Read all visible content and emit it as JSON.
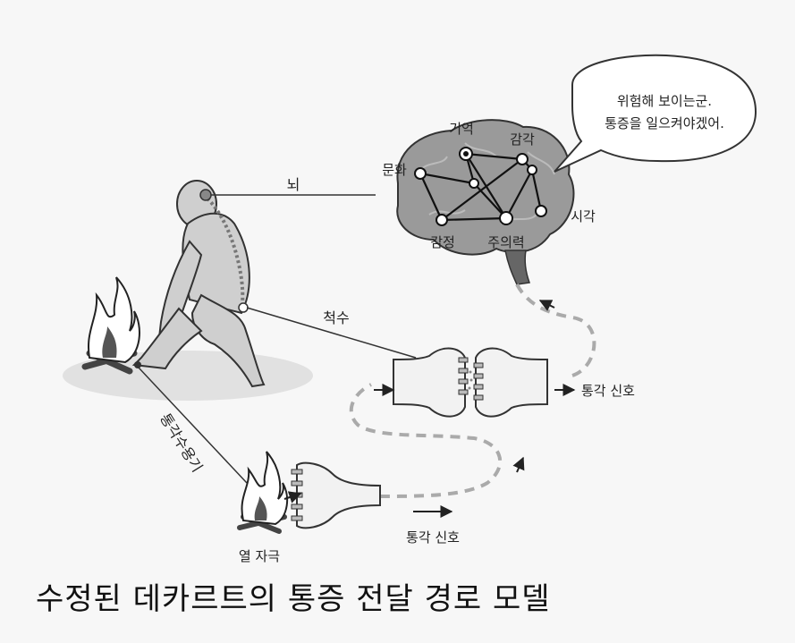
{
  "caption": "수정된 데카르트의 통증 전달 경로 모델",
  "speech_bubble": {
    "line1": "위험해 보이는군.",
    "line2": "통증을 일으켜야겠어."
  },
  "brain_labels": {
    "memory": "기억",
    "sensation": "감각",
    "culture": "문화",
    "vision": "시각",
    "emotion": "감정",
    "attention": "주의력"
  },
  "pathway_labels": {
    "brain": "뇌",
    "spinal_cord": "척수",
    "nociceptor": "통각수용기",
    "heat_stimulus": "열 자극",
    "pain_signal_upper": "통각 신호",
    "pain_signal_lower": "통각 신호"
  },
  "colors": {
    "line": "#333333",
    "dashed_path": "#aaaaaa",
    "brain_fill": "#9a9a9a",
    "figure_fill": "#cfcfcf",
    "neuron_fill": "#f2f2f2"
  }
}
